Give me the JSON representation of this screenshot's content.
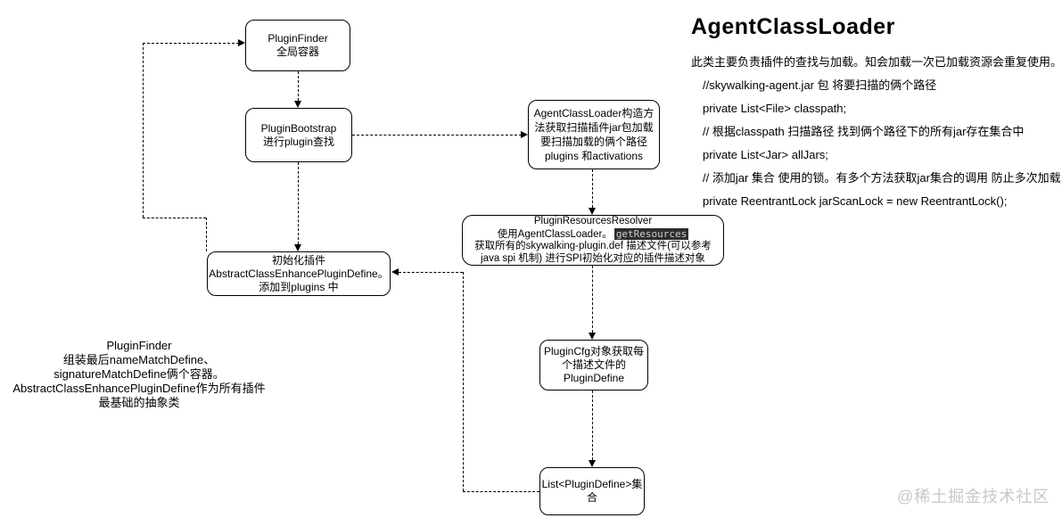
{
  "diagram": {
    "nodes": {
      "plugin_finder": {
        "label": "PluginFinder\n全局容器"
      },
      "plugin_bootstrap": {
        "label": "PluginBootstrap\n进行plugin查找"
      },
      "agent_class_loader_ctor": {
        "label": "AgentClassLoader构造方\n法获取扫描插件jar包加载\n要扫描加载的俩个路径\nplugins 和activations"
      },
      "plugin_resources_resolver": {
        "line1": "PluginResourcesResolver",
        "line2_prefix": "使用AgentClassLoader。",
        "line2_code": "getResources",
        "line3": "获取所有的skywalking-plugin.def 描述文件(可以参考",
        "line4": "java spi 机制) 进行SPI初始化对应的插件描述对象"
      },
      "init_plugin": {
        "label": "初始化插件\nAbstractClassEnhancePluginDefine。\n添加到plugins 中"
      },
      "plugin_cfg": {
        "label": "PluginCfg对象获取每\n个描述文件的\nPluginDefine"
      },
      "plugin_define_list": {
        "label": "List<PluginDefine>集\n合"
      }
    },
    "note": "PluginFinder\n组装最后nameMatchDefine、\nsignatureMatchDefine俩个容器。\nAbstractClassEnhancePluginDefine作为所有插件\n最基础的抽象类"
  },
  "panel": {
    "title": "AgentClassLoader",
    "subtitle": "此类主要负责插件的查找与加载。知会加载一次已加载资源会重复使用。",
    "code_lines": [
      "//skywalking-agent.jar 包 将要扫描的俩个路径",
      "private List<File> classpath;",
      "// 根据classpath 扫描路径 找到俩个路径下的所有jar存在集合中",
      "private List<Jar> allJars;",
      "// 添加jar 集合 使用的锁。有多个方法获取jar集合的调用 防止多次加载",
      "private ReentrantLock jarScanLock = new ReentrantLock();"
    ]
  },
  "watermark": "@稀土掘金技术社区",
  "colors": {
    "line": "#000000",
    "box_fill": "#ffffff",
    "highlight_bg": "#2d2d2d",
    "highlight_fg": "#cfcfcf",
    "watermark": "#c8c8c8"
  }
}
